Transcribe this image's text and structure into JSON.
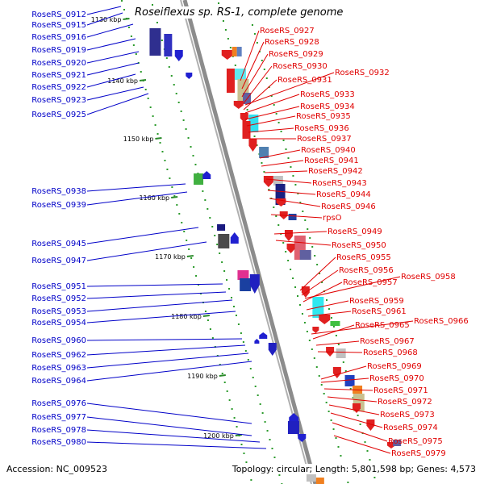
{
  "title": "Roseiflexus sp. RS-1, complete genome",
  "accession": "Accession: NC_009523",
  "topology": "Topology: circular; Length: 5,801,598 bp; Genes: 4,573",
  "colors": {
    "left_label": "#0000c8",
    "right_label": "#e00000",
    "backbone": "#8c8c8c",
    "kbp_tick": "#2a8a2a"
  },
  "kbp_marks": [
    "1130 kbp",
    "1140 kbp",
    "1150 kbp",
    "1160 kbp",
    "1170 kbp",
    "1180 kbp",
    "1190 kbp",
    "1200 kbp"
  ],
  "left_labels": [
    "RoseRS_0912",
    "RoseRS_0915",
    "RoseRS_0916",
    "RoseRS_0919",
    "RoseRS_0920",
    "RoseRS_0921",
    "RoseRS_0922",
    "RoseRS_0923",
    "RoseRS_0925",
    "RoseRS_0938",
    "RoseRS_0939",
    "RoseRS_0945",
    "RoseRS_0947",
    "RoseRS_0951",
    "RoseRS_0952",
    "RoseRS_0953",
    "RoseRS_0954",
    "RoseRS_0960",
    "RoseRS_0962",
    "RoseRS_0963",
    "RoseRS_0964",
    "RoseRS_0976",
    "RoseRS_0977",
    "RoseRS_0978",
    "RoseRS_0980"
  ],
  "right_labels": [
    "RoseRS_0927",
    "RoseRS_0928",
    "RoseRS_0929",
    "RoseRS_0930",
    "RoseRS_0931",
    "RoseRS_0932",
    "RoseRS_0933",
    "RoseRS_0934",
    "RoseRS_0935",
    "RoseRS_0936",
    "RoseRS_0937",
    "RoseRS_0940",
    "RoseRS_0941",
    "RoseRS_0942",
    "RoseRS_0943",
    "RoseRS_0944",
    "RoseRS_0946",
    "rpsO",
    "RoseRS_0949",
    "RoseRS_0950",
    "RoseRS_0955",
    "RoseRS_0956",
    "RoseRS_0957",
    "RoseRS_0958",
    "RoseRS_0959",
    "RoseRS_0961",
    "RoseRS_0965",
    "RoseRS_0966",
    "RoseRS_0967",
    "RoseRS_0968",
    "RoseRS_0969",
    "RoseRS_0970",
    "RoseRS_0971",
    "RoseRS_0972",
    "RoseRS_0973",
    "RoseRS_0974",
    "RoseRS_0975",
    "RoseRS_0979"
  ]
}
